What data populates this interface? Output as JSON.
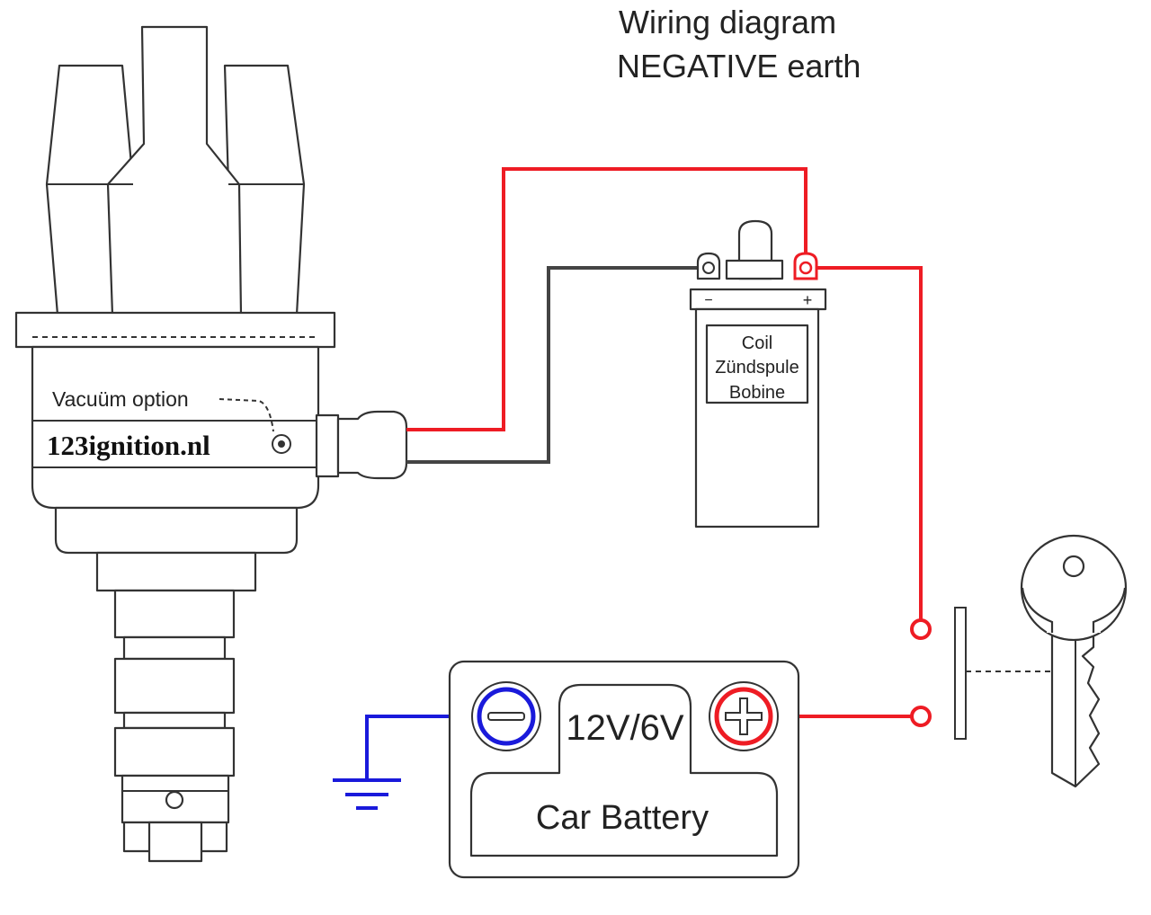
{
  "title": {
    "line1": "Wiring diagram",
    "line2": "NEGATIVE earth"
  },
  "distributor": {
    "brand_label": "123ignition.nl",
    "vacuum_label": "Vacuüm option"
  },
  "coil": {
    "line1": "Coil",
    "line2": "Zündspule",
    "line3": "Bobine",
    "minus_mark": "−",
    "plus_mark": "+"
  },
  "battery": {
    "voltage": "12V/6V",
    "name": "Car Battery"
  },
  "colors": {
    "positive_wire": "#ee1c24",
    "negative_wire": "#1a1adb",
    "signal_wire": "#444444",
    "outline": "#333333"
  },
  "icons": [
    "distributor-icon",
    "ignition-coil-icon",
    "car-battery-icon",
    "ground-symbol-icon",
    "ignition-key-icon",
    "ignition-switch-icon"
  ]
}
